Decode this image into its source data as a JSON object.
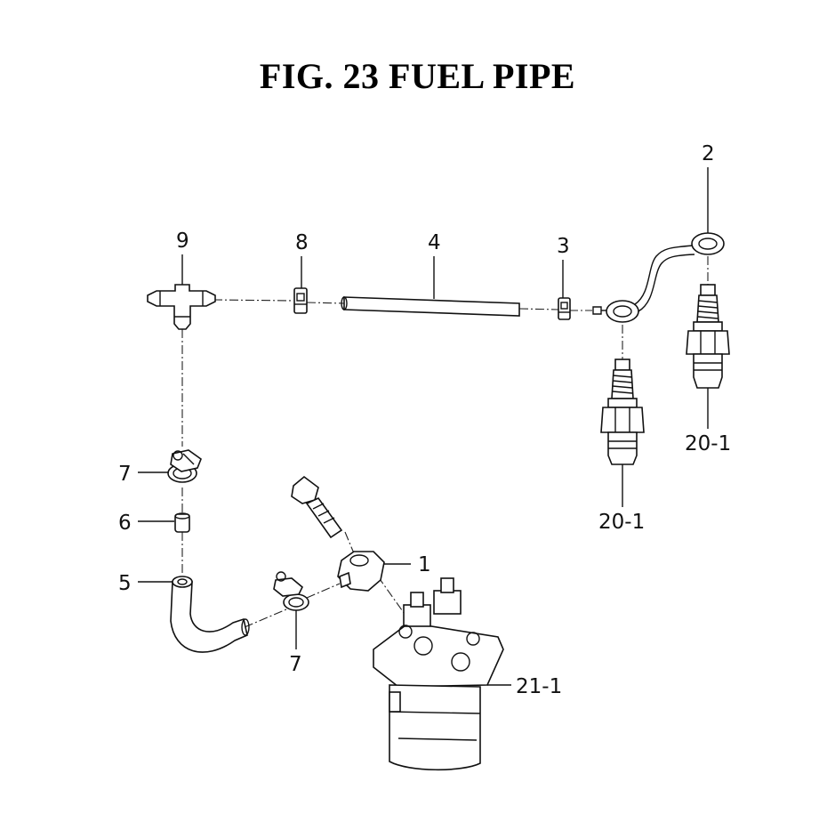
{
  "title": "FIG. 23  FUEL PIPE",
  "callouts": {
    "c1": "1",
    "c2": "2",
    "c3": "3",
    "c4": "4",
    "c5": "5",
    "c6": "6",
    "c7a": "7",
    "c7b": "7",
    "c8": "8",
    "c9": "9",
    "c20a": "20-1",
    "c20b": "20-1",
    "c21": "21-1"
  }
}
